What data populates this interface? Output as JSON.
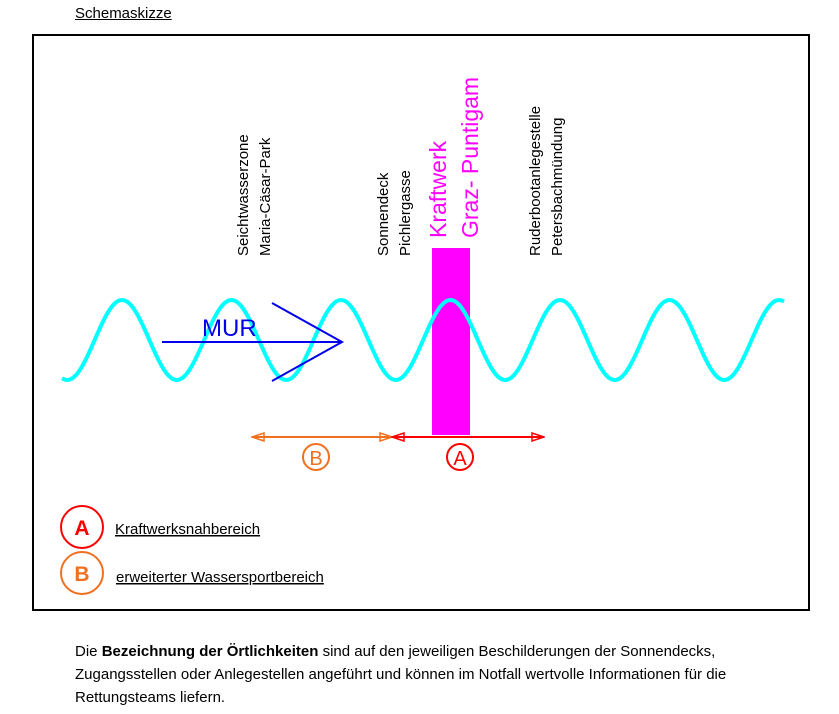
{
  "title": "Schemaskizze",
  "river": {
    "name": "MUR",
    "color": "#00FFFF",
    "arrow_color": "#0000EE"
  },
  "locations": [
    {
      "line1": "Seichtwasserzone",
      "line2": "Maria-Cäsar-Park"
    },
    {
      "line1": "Sonnendeck",
      "line2": "Pichlergasse"
    },
    {
      "line1": "Ruderbootanlegestelle",
      "line2": "Petersbachmündung"
    }
  ],
  "plant": {
    "line1": "Kraftwerk",
    "line2": "Graz- Puntigam",
    "color": "#FF00FF"
  },
  "zones": [
    {
      "marker": "A",
      "label": "Kraftwerksnahbereich",
      "color": "#FF0000"
    },
    {
      "marker": "B",
      "label": "erweiterter Wassersportbereich",
      "color": "#F07020"
    }
  ],
  "paragraph": {
    "pre": "Die ",
    "bold": "Bezeichnung der Örtlichkeiten",
    "post": " sind auf den jeweiligen Beschilderungen der Sonnendecks, Zugangsstellen oder Anlegestellen angeführt und können im Notfall wertvolle Informationen für die Rettungsteams liefern."
  }
}
